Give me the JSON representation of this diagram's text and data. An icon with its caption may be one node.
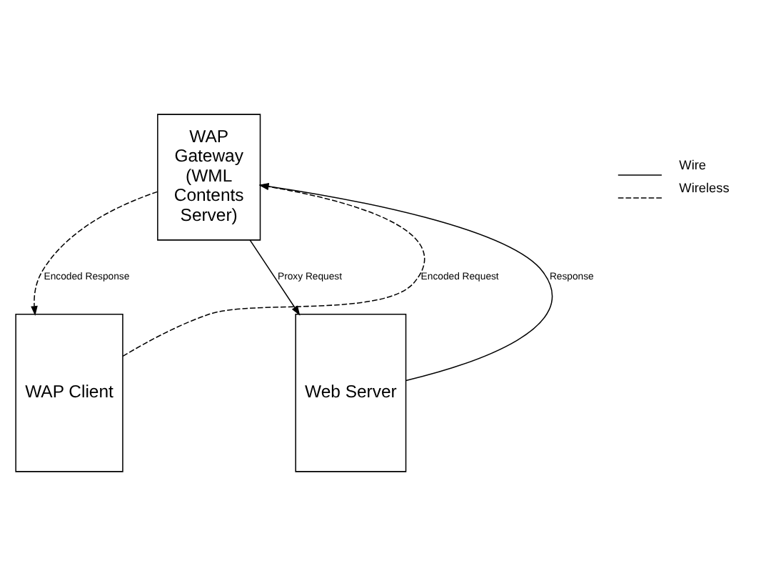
{
  "diagram": {
    "nodes": [
      {
        "text": [
          "WAP Gateway (WML Contents Server)"
        ]
      },
      {
        "text": [
          "WAP Client"
        ]
      },
      {
        "text": [
          "Web Server"
        ]
      }
    ],
    "edges": [
      {
        "from": 1,
        "to": 0,
        "arrow": "to",
        "label": "Encoded Request",
        "style": "dashed"
      },
      {
        "from": 0,
        "to": 1,
        "arrow": "to",
        "label": "Encoded Response",
        "style": "dashed"
      },
      {
        "from": 0,
        "to": 2,
        "arrow": "to",
        "label": "Proxy Request"
      },
      {
        "from": 2,
        "to": 0,
        "arrow": "to",
        "label": "Response"
      }
    ],
    "legend": [
      {
        "text": "Wire"
      },
      {
        "text": "Wireless"
      }
    ]
  }
}
